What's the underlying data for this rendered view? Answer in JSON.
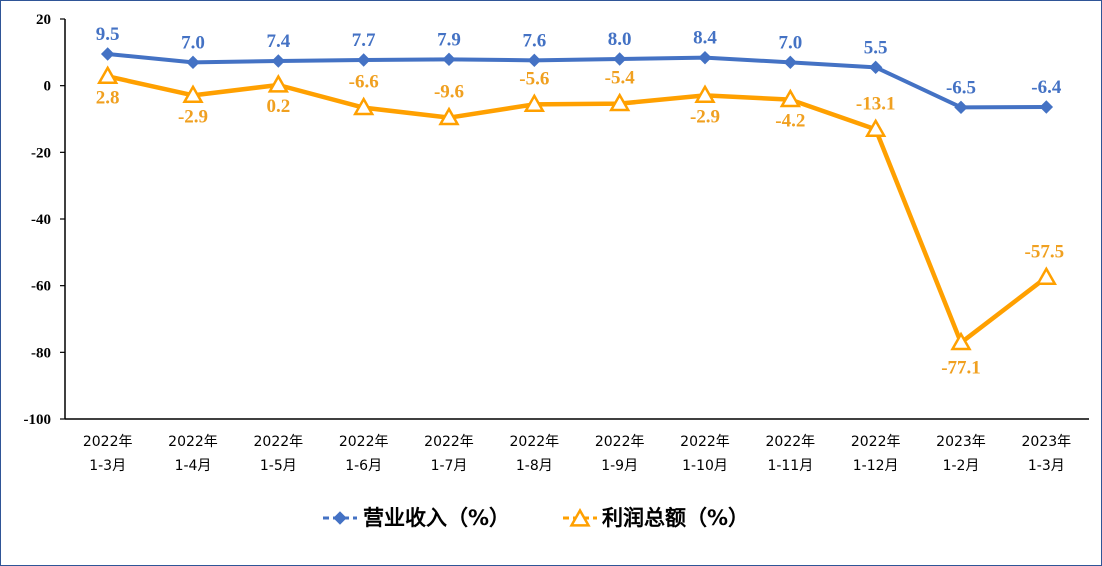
{
  "chart_data": {
    "type": "line",
    "categories": [
      [
        "2022年",
        "1-3月"
      ],
      [
        "2022年",
        "1-4月"
      ],
      [
        "2022年",
        "1-5月"
      ],
      [
        "2022年",
        "1-6月"
      ],
      [
        "2022年",
        "1-7月"
      ],
      [
        "2022年",
        "1-8月"
      ],
      [
        "2022年",
        "1-9月"
      ],
      [
        "2022年",
        "1-10月"
      ],
      [
        "2022年",
        "1-11月"
      ],
      [
        "2022年",
        "1-12月"
      ],
      [
        "2023年",
        "1-2月"
      ],
      [
        "2023年",
        "1-3月"
      ]
    ],
    "series": [
      {
        "name": "营业收入（%）",
        "color": "#4472c4",
        "marker": "diamond",
        "values": [
          9.5,
          7.0,
          7.4,
          7.7,
          7.9,
          7.6,
          8.0,
          8.4,
          7.0,
          5.5,
          -6.5,
          -6.4
        ],
        "labels": [
          "9.5",
          "7.0",
          "7.4",
          "7.7",
          "7.9",
          "7.6",
          "8.0",
          "8.4",
          "7.0",
          "5.5",
          "-6.5",
          "-6.4"
        ],
        "label_color": "#4472c4"
      },
      {
        "name": "利润总额（%）",
        "color": "#ffa000",
        "marker": "triangle",
        "values": [
          2.8,
          -2.9,
          0.2,
          -6.6,
          -9.6,
          -5.6,
          -5.4,
          -2.9,
          -4.2,
          -13.1,
          -77.1,
          -57.5
        ],
        "labels": [
          "2.8",
          "-2.9",
          "0.2",
          "-6.6",
          "-9.6",
          "-5.6",
          "-5.4",
          "-2.9",
          "-4.2",
          "-13.1",
          "-77.1",
          "-57.5"
        ],
        "label_color": "#f0a020"
      }
    ],
    "y_ticks": [
      "20",
      "0",
      "-20",
      "-40",
      "-60",
      "-80",
      "-100"
    ],
    "ylim": [
      -100,
      20
    ],
    "grid": false,
    "legend_position": "bottom-center"
  }
}
